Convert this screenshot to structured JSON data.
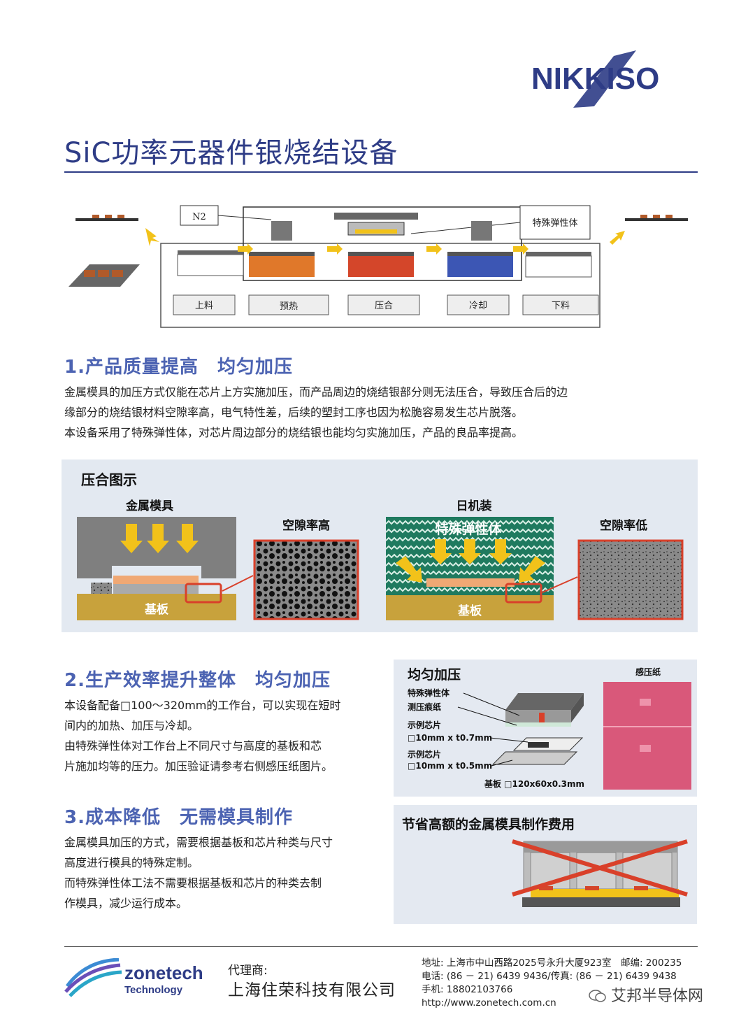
{
  "brand": {
    "logo_text": "NIKKISO",
    "color": "#2e3c86"
  },
  "title": "SiC功率元器件银烧结设备",
  "process": {
    "gas": "N2",
    "elastomer": "特殊弹性体",
    "stages": [
      "上料",
      "预热",
      "压合",
      "冷却",
      "下料"
    ]
  },
  "section1": {
    "heading": "1.产品质量提高　均匀加压",
    "lines": [
      "金属模具的加压方式仅能在芯片上方实施加压，而产品周边的烧结银部分则无法压合，导致压合后的边",
      "缘部分的烧结银材料空隙率高，电气特性差，后续的塑封工序也因为松脆容易发生芯片脱落。",
      "本设备采用了特殊弹性体，对芯片周边部分的烧结银也能均匀实施加压，产品的良品率提高。"
    ]
  },
  "press_panel": {
    "title": "压合图示",
    "left_label": "金属模具",
    "left_result": "空隙率高",
    "substrate": "基板",
    "right_label_top": "日机装",
    "right_label": "特殊弹性体",
    "right_result": "空隙率低"
  },
  "section2": {
    "heading": "2.生产效率提升整体　均匀加压",
    "lines": [
      "本设备配备□100～320mm的工作台，可以实现在短时",
      "间内的加热、加压与冷却。",
      "由特殊弹性体对工作台上不同尺寸与高度的基板和芯",
      "片施加均等的压力。加压验证请参考右侧感压纸图片。"
    ]
  },
  "uniform_panel": {
    "title": "均匀加压",
    "paper_label": "感压纸",
    "labels": [
      "特殊弹性体",
      "测压痕纸",
      "示例芯片",
      "□10mm x t0.7mm",
      "示例芯片",
      "□10mm x t0.5mm"
    ],
    "substrate": "基板 □120x60x0.3mm"
  },
  "section3": {
    "heading": "3.成本降低　无需模具制作",
    "lines": [
      "金属模具加压的方式，需要根据基板和芯片种类与尺寸",
      "高度进行模具的特殊定制。",
      "而特殊弹性体工法不需要根据基板和芯片的种类去制",
      "作模具，减少运行成本。"
    ]
  },
  "save_panel": {
    "title": "节省高额的金属模具制作费用"
  },
  "footer": {
    "logo_main": "zonetech",
    "logo_sub": "Technology",
    "agent_label": "代理商:",
    "agent_name": "上海住荣科技有限公司",
    "contact": [
      "地址: 上海市中山西路2025号永升大厦923室　邮编: 200235",
      "电话: (86 － 21) 6439 9436/传真: (86 － 21) 6439 9438",
      "手机:  18802103766",
      "http://www.zonetech.com.cn"
    ],
    "watermark": "艾邦半导体网"
  }
}
